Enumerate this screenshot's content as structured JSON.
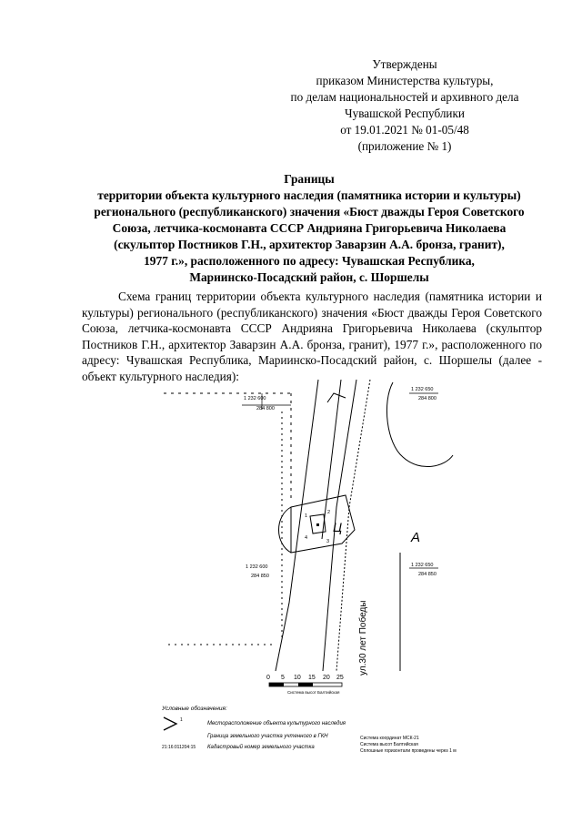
{
  "approval": {
    "lines": [
      "Утверждены",
      "приказом Министерства культуры,",
      "по делам национальностей и архивного дела",
      "Чувашской Республики",
      "от 19.01.2021 № 01-05/48",
      "(приложение № 1)"
    ]
  },
  "title": {
    "lines": [
      "Границы",
      "территории объекта культурного наследия (памятника истории и культуры)",
      "регионального (республиканского) значения «Бюст дважды Героя Советского",
      "Союза, летчика-космонавта СССР Андрияна Григорьевича Николаева",
      "(скульптор Постников Г.Н., архитектор Заварзин А.А. бронза, гранит),",
      "1977 г.», расположенного по адресу: Чувашская Республика,",
      "Мариинско-Посадский район, с. Шоршелы"
    ]
  },
  "description": "Схема границ территории объекта культурного наследия (памятника истории и культуры) регионального (республиканского) значения «Бюст дважды Героя Советского Союза, летчика-космонавта СССР Андрияна Григорьевича Николаева (скульптор Постников Г.Н., архитектор Заварзин А.А. бронза, гранит), 1977 г.», расположенного по адресу: Чувашская Республика, Мариинско-Посадский район, с. Шоршелы (далее - объект культурного наследия):",
  "map": {
    "grid_labels": {
      "top_left_x": "1 232 600",
      "top_left_y": "284 800",
      "top_right_x": "1 232 650",
      "top_right_y": "284 800",
      "mid_left_x": "1 232 600",
      "mid_left_y": "284 850",
      "mid_right_x": "1 232 650",
      "mid_right_y": "284 850"
    },
    "points": [
      "1",
      "2",
      "3",
      "4"
    ],
    "zone_letter_c": "Ц",
    "zone_letter_a": "А",
    "street_label": "ул.30 лет Победы",
    "scale_ticks": [
      "0",
      "5",
      "10",
      "15",
      "20",
      "25"
    ],
    "scale_caption": "Система высот Балтийская",
    "legend": {
      "title": "Условные обозначения:",
      "point_number": "1",
      "item_location": "Месторасположение объекта культурного наследия",
      "item_boundary": "Граница земельного участка учтенного в ГКН",
      "item_cadastral_code": "21:16:011204:15",
      "item_cadastral": "Кадастровый номер земельного участка"
    },
    "system_notes": [
      "Система координат МСК-21",
      "Система высот Балтийская",
      "Сплошные горизонтали проведены через 1 м"
    ]
  }
}
